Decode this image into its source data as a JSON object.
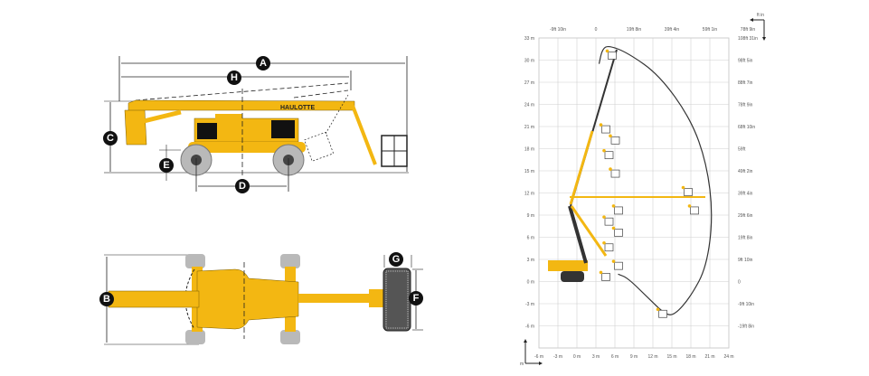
{
  "brand": "HAULOTTE",
  "dimensions": {
    "A": "A",
    "H": "H",
    "C": "C",
    "E": "E",
    "D": "D",
    "B": "B",
    "G": "G",
    "F": "F"
  },
  "colors": {
    "machine": "#f3b712",
    "tyre": "#b9b9b9",
    "grid": "#cfcfcf",
    "envelope": "#333333"
  },
  "chart_data": {
    "type": "reach-diagram",
    "x_unit_label": "m",
    "y_unit_label": "ft in",
    "x_ticks_m": [
      "-6 m",
      "-3 m",
      "0 m",
      "3 m",
      "6 m",
      "9 m",
      "12 m",
      "15 m",
      "18 m",
      "21 m",
      "24 m"
    ],
    "x_ticks_ft": [
      "-9ft 10in",
      "0",
      "19ft 8in",
      "39ft 4in",
      "59ft 1in",
      "78ft 9in"
    ],
    "y_ticks_m": [
      "33 m",
      "30 m",
      "27 m",
      "24 m",
      "21 m",
      "18 m",
      "15 m",
      "12 m",
      "9 m",
      "6 m",
      "3 m",
      "0 m",
      "-3 m",
      "-6 m"
    ],
    "y_ticks_ft": [
      "108ft 31in",
      "98ft 5in",
      "88ft 7in",
      "78ft 9in",
      "68ft 10in",
      "59ft",
      "49ft 2in",
      "39ft 4in",
      "29ft 6in",
      "19ft 8in",
      "9ft 10in",
      "0",
      "-9ft 10in",
      "-19ft 8in"
    ],
    "xlim": [
      -6,
      24
    ],
    "ylim": [
      -9,
      33
    ],
    "envelope": [
      [
        3.5,
        29.5
      ],
      [
        4,
        31.5
      ],
      [
        5,
        32
      ],
      [
        8,
        31
      ],
      [
        13,
        28
      ],
      [
        18,
        22
      ],
      [
        20.5,
        16
      ],
      [
        21.5,
        9
      ],
      [
        20.5,
        2
      ],
      [
        18,
        -2
      ],
      [
        15.5,
        -4.5
      ],
      [
        14,
        -4.5
      ],
      [
        11,
        -2
      ],
      [
        8,
        0.5
      ],
      [
        6.5,
        1
      ]
    ],
    "platforms": [
      [
        5.5,
        30.5
      ],
      [
        4.5,
        20.5
      ],
      [
        6,
        19
      ],
      [
        5,
        17
      ],
      [
        6,
        14.5
      ],
      [
        17.5,
        12
      ],
      [
        18.5,
        9.5
      ],
      [
        6.5,
        9.5
      ],
      [
        6.5,
        6.5
      ],
      [
        5,
        8
      ],
      [
        5,
        4.5
      ],
      [
        6.5,
        2
      ],
      [
        4.5,
        0.5
      ],
      [
        13.5,
        -4.5
      ]
    ]
  }
}
